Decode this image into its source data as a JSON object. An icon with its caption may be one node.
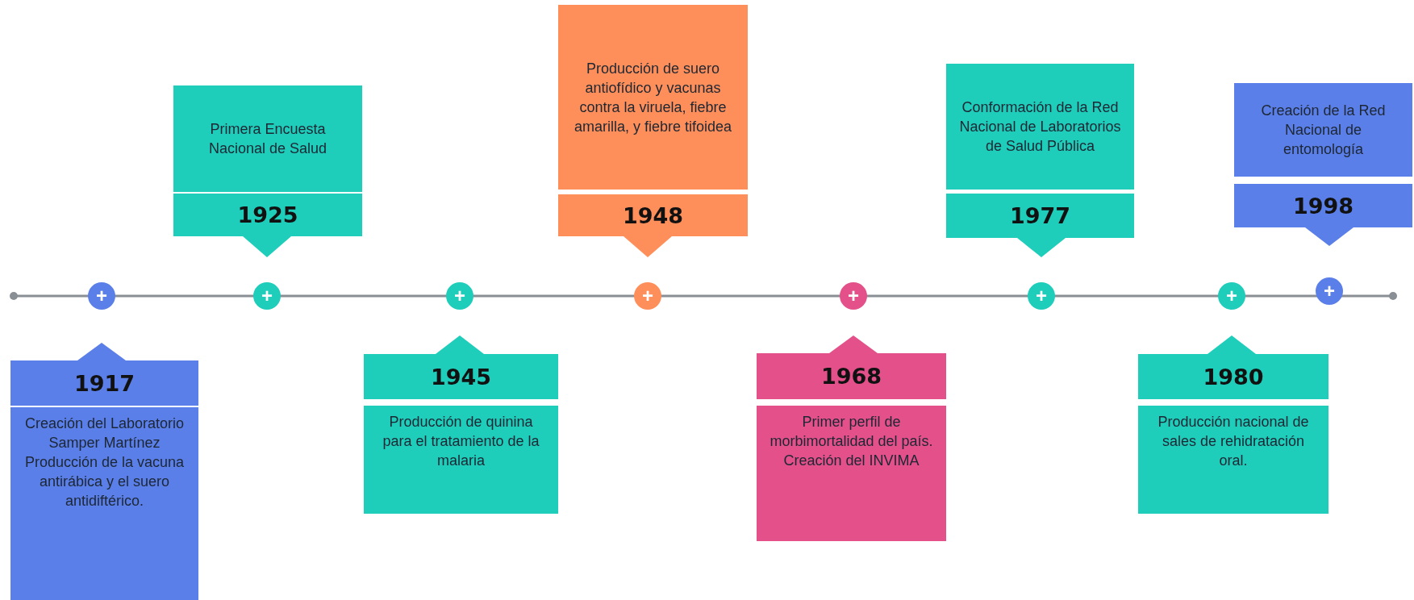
{
  "diagram": {
    "nodes": [
      {
        "text": [
          "1917",
          "Creación del Laboratorio Samper Martínez Producción de la vacuna antirábica y el suero antidiftérico."
        ]
      },
      {
        "text": [
          "Primera Encuesta Nacional de Salud",
          "1925"
        ]
      },
      {
        "text": [
          "1945",
          "Producción de quinina para el tratamiento de la malaria"
        ]
      },
      {
        "text": [
          "Producción de suero antiofídico y vacunas contra la viruela, fiebre amarilla, y fiebre tifoidea",
          "1948"
        ]
      },
      {
        "text": [
          "1968",
          "Primer perfil de morbimortalidad del país. Creación del INVIMA"
        ]
      },
      {
        "text": [
          "Conformación de la Red Nacional de Laboratorios de Salud Pública",
          "1977"
        ]
      },
      {
        "text": [
          "1980",
          "Producción nacional de sales de rehidratación oral."
        ]
      },
      {
        "text": [
          "Creación de la Red Nacional de entomología",
          "1998"
        ]
      },
      {
        "text": [
          "+"
        ]
      },
      {
        "text": [
          "+"
        ]
      },
      {
        "text": [
          "+"
        ]
      },
      {
        "text": [
          "+"
        ]
      },
      {
        "text": [
          "+"
        ]
      },
      {
        "text": [
          "+"
        ]
      },
      {
        "text": [
          "+"
        ]
      },
      {
        "text": [
          "+"
        ]
      }
    ]
  }
}
